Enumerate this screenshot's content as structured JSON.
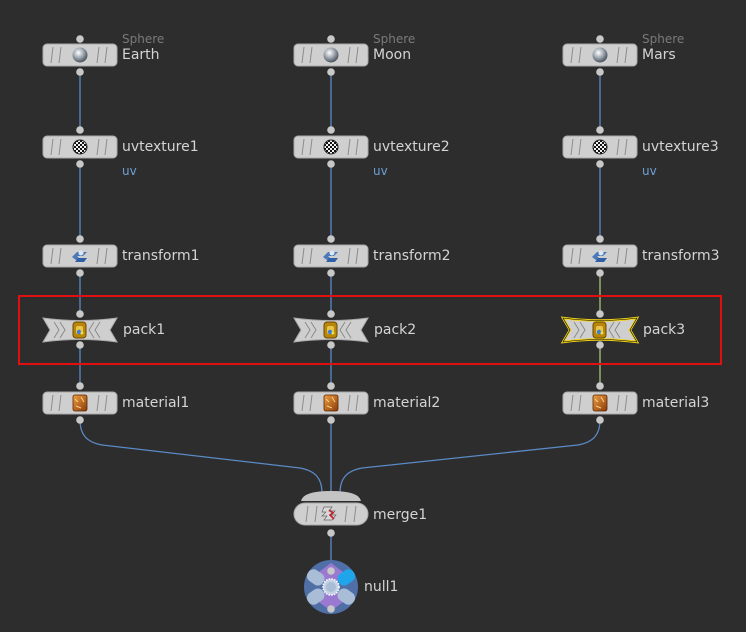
{
  "network": {
    "columns": [
      {
        "sphere": {
          "type": "Sphere",
          "name": "Earth"
        },
        "uvtexture": {
          "name": "uvtexture1",
          "flag": "uv"
        },
        "transform": {
          "name": "transform1"
        },
        "pack": {
          "name": "pack1",
          "selected": false
        },
        "material": {
          "name": "material1"
        }
      },
      {
        "sphere": {
          "type": "Sphere",
          "name": "Moon"
        },
        "uvtexture": {
          "name": "uvtexture2",
          "flag": "uv"
        },
        "transform": {
          "name": "transform2"
        },
        "pack": {
          "name": "pack2",
          "selected": false
        },
        "material": {
          "name": "material2"
        }
      },
      {
        "sphere": {
          "type": "Sphere",
          "name": "Mars"
        },
        "uvtexture": {
          "name": "uvtexture3",
          "flag": "uv"
        },
        "transform": {
          "name": "transform3"
        },
        "pack": {
          "name": "pack3",
          "selected": true
        },
        "material": {
          "name": "material3"
        }
      }
    ],
    "merge": {
      "name": "merge1"
    },
    "null": {
      "name": "null1"
    }
  },
  "colors": {
    "background": "#2d2d2d",
    "wire": "#5b8ac6",
    "selected_wire": "#a7c47a",
    "selected_outline": "#f2d21b",
    "highlight_box": "#e01010",
    "node_body": "#cfcfcf",
    "label": "#d4d4d4",
    "type_label": "#7a7a7a",
    "flag_label": "#6d9fd6"
  },
  "icons": {
    "sphere": "sphere-icon",
    "uvtexture": "checker-ball-icon",
    "transform": "transform-icon",
    "pack": "treasure-chest-icon",
    "material": "material-box-icon",
    "merge": "merge-icon",
    "null": "null-gear-icon"
  }
}
